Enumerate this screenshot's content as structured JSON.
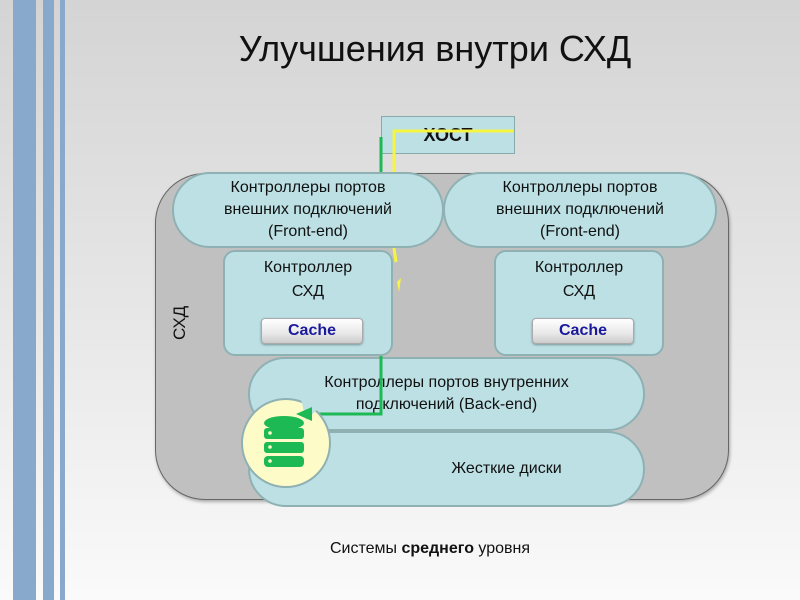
{
  "title": "Улучшения внутри СХД",
  "host": {
    "label": "ХОСТ"
  },
  "storage": {
    "label": "СХД"
  },
  "front_end": [
    {
      "line1": "Контроллеры портов",
      "line2": "внешних подключений",
      "line3": "(Front-end)"
    },
    {
      "line1": "Контроллеры портов",
      "line2": "внешних подключений",
      "line3": "(Front-end)"
    }
  ],
  "controllers": [
    {
      "line1": "Контроллер",
      "line2": "СХД",
      "cache_label": "Cache"
    },
    {
      "line1": "Контроллер",
      "line2": "СХД",
      "cache_label": "Cache"
    }
  ],
  "back_end": {
    "line1": "Контроллеры портов внутренних",
    "line2": "подключений (Back-end)"
  },
  "disks": {
    "label": "Жесткие диски",
    "icon": "database-icon"
  },
  "caption": {
    "prefix": "Системы ",
    "bold": "среднего",
    "suffix": " уровня"
  },
  "colors": {
    "stripe": "#88a9cc",
    "component_fill": "#bce0e4",
    "storage_fill": "#c0c0c0",
    "path_green": "#1db954",
    "path_yellow": "#f5f542",
    "cache_text": "#1a1a9c",
    "disk_badge": "#fdfcc8"
  }
}
